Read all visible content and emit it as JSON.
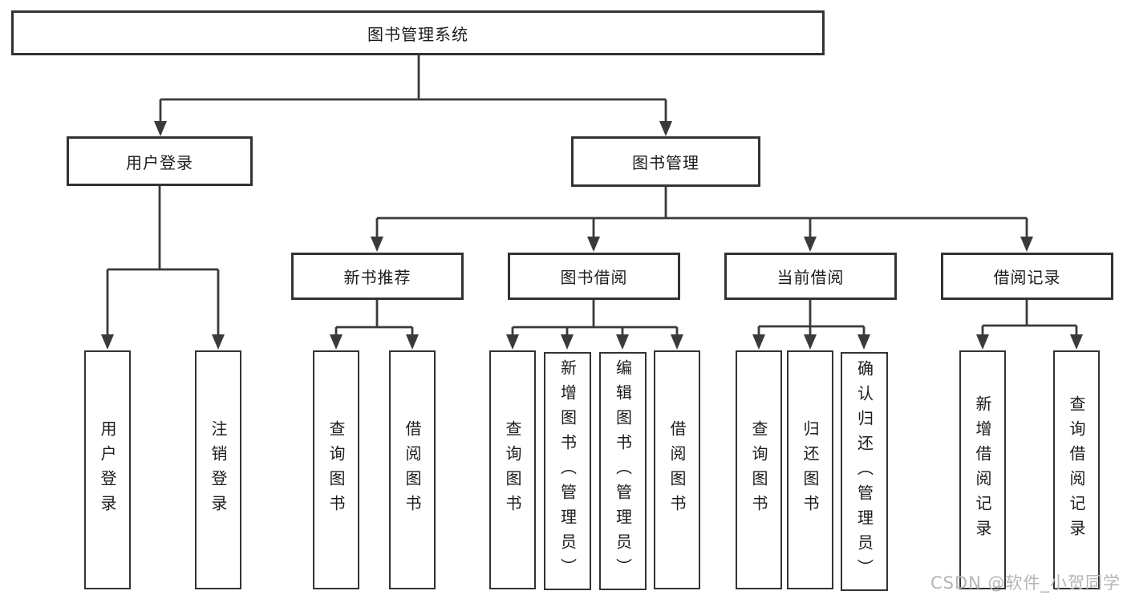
{
  "tree": {
    "root": {
      "label": "图书管理系统",
      "children": [
        {
          "label": "用户登录",
          "children": [
            {
              "label": "用户登录"
            },
            {
              "label": "注销登录"
            }
          ]
        },
        {
          "label": "图书管理",
          "children": [
            {
              "label": "新书推荐",
              "children": [
                {
                  "label": "查询图书"
                },
                {
                  "label": "借阅图书"
                }
              ]
            },
            {
              "label": "图书借阅",
              "children": [
                {
                  "label": "查询图书"
                },
                {
                  "label": "新增图书（管理员）"
                },
                {
                  "label": "编辑图书（管理员）"
                },
                {
                  "label": "借阅图书"
                }
              ]
            },
            {
              "label": "当前借阅",
              "children": [
                {
                  "label": "查询图书"
                },
                {
                  "label": "归还图书"
                },
                {
                  "label": "确认归还（管理员）"
                }
              ]
            },
            {
              "label": "借阅记录",
              "children": [
                {
                  "label": "新增借阅记录"
                },
                {
                  "label": "查询借阅记录"
                }
              ]
            }
          ]
        }
      ]
    }
  },
  "watermark": {
    "text": "CSDN @软件_小贺同学"
  },
  "colors": {
    "line": "#3a3a3a",
    "border": "#333333",
    "text": "#1c1c1c",
    "background": "#ffffff",
    "watermark": "#b5b5b5"
  }
}
